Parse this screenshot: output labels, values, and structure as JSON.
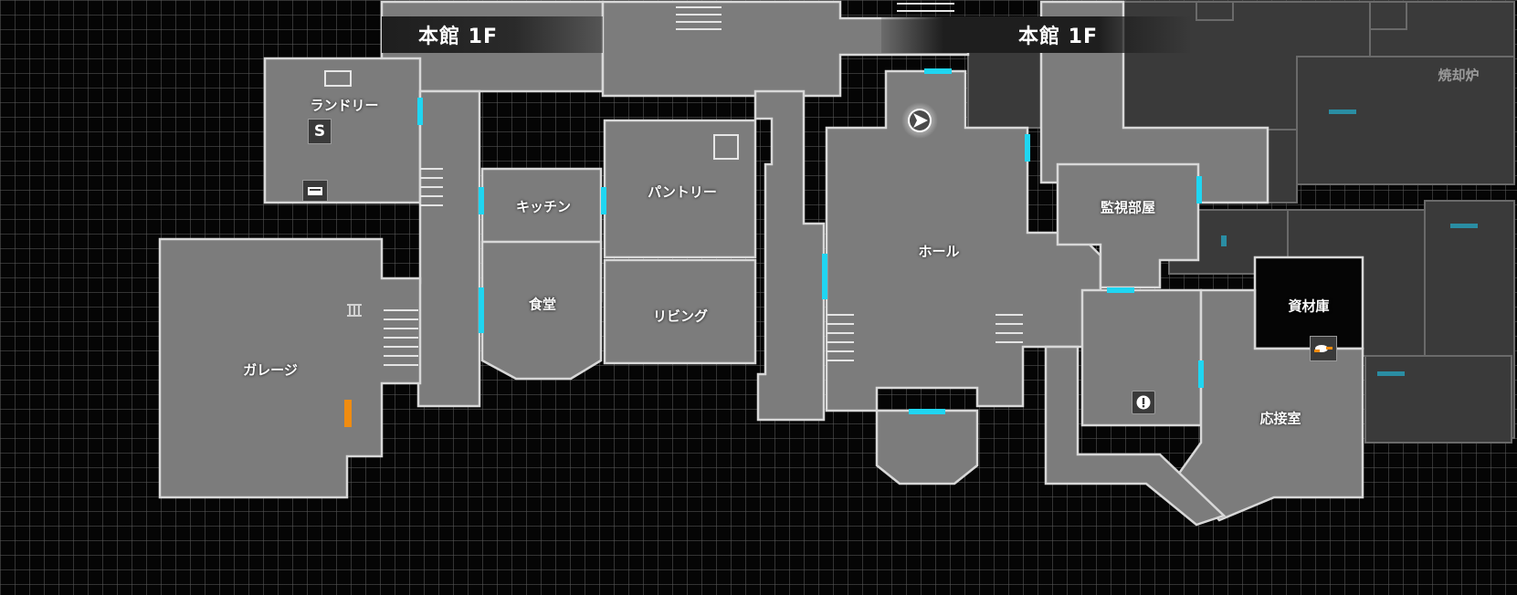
{
  "map": {
    "panels": [
      {
        "banner": "本館 1F"
      },
      {
        "banner": "本館 1F"
      }
    ],
    "rooms": {
      "laundry": "ランドリー",
      "kitchen": "キッチン",
      "dining": "食堂",
      "garage": "ガレージ",
      "pantry": "パントリー",
      "living": "リビング",
      "hall": "ホール",
      "surveillance": "監視部屋",
      "storage": "資材庫",
      "reception": "応接室",
      "incinerator": "焼却炉"
    },
    "icons": {
      "save": "S",
      "item_box": "item-box-icon",
      "player": "player-marker-icon",
      "alert": "exclamation-icon",
      "typewriter": "pan-icon",
      "file": "file-icon"
    },
    "colors": {
      "door_unlocked": "#1fd6f2",
      "door_locked": "#f08c10",
      "room_explored": "#7c7c7c",
      "room_unexplored": "#3a3a3a"
    }
  }
}
